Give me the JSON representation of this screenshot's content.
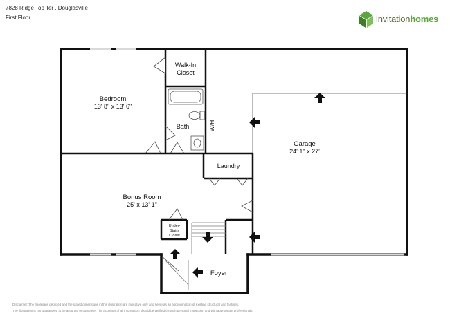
{
  "header": {
    "address": "7828 Ridge Top Ter , Douglasville",
    "floor": "First Floor"
  },
  "brand": {
    "name_part1": "invitation",
    "name_part2": "homes",
    "color_dark": "#5a6a3e",
    "color_green": "#5aa83c"
  },
  "rooms": {
    "walkin_l1": "Walk-In",
    "walkin_l2": "Closet",
    "bedroom_name": "Bedroom",
    "bedroom_dim": "13' 8\" x 13' 6\"",
    "bath": "Bath",
    "wh": "W/H",
    "garage_name": "Garage",
    "garage_dim": "24' 1\" x 27'",
    "laundry": "Laundry",
    "bonus_name": "Bonus Room",
    "bonus_dim": "25' x 13' 1\"",
    "understairs_l1": "Under-",
    "understairs_l2": "Stairs",
    "understairs_l3": "Closet",
    "foyer": "Foyer"
  },
  "footer": {
    "disclaimer1": "Disclaimer: The floorplans depicted and the stated dimensions in this illustration are indicative only and serve as an approximation of existing structural and features.",
    "disclaimer2": "The illustration is not guaranteed to be accurate or complete. The accuracy of all information should be verified through personal inspection and with appropriate professionals."
  },
  "colors": {
    "wall": "#111111",
    "window": "#9a9a9a"
  }
}
